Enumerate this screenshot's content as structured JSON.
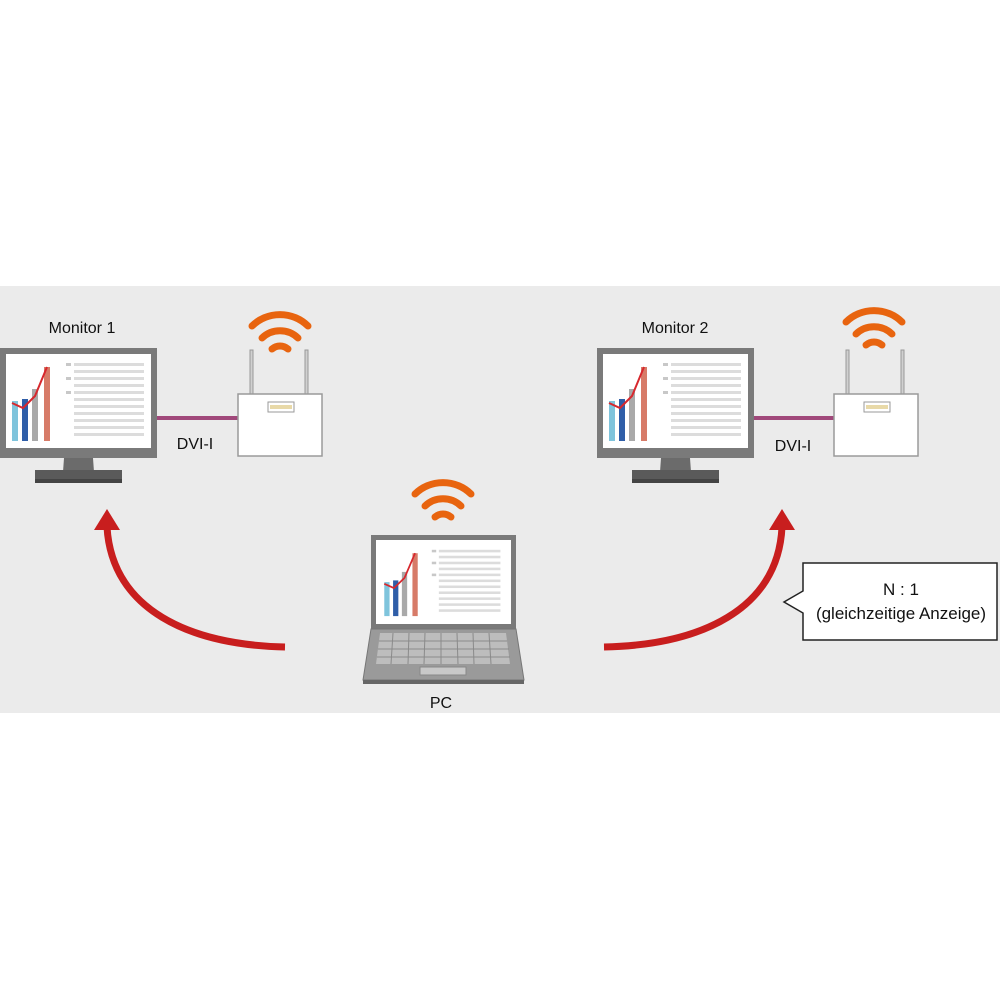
{
  "labels": {
    "monitor_1": "Monitor 1",
    "monitor_2": "Monitor 2",
    "pc": "PC",
    "dvi_left": "DVI-I",
    "dvi_right": "DVI-I"
  },
  "callout": {
    "ratio": "N : 1",
    "description": "(gleichzeitige Anzeige)"
  },
  "icons": [
    "monitor-icon",
    "wireless-receiver-icon",
    "wifi-signal-icon",
    "laptop-icon",
    "curved-arrow-icon"
  ],
  "colors": {
    "panel_background": "#ebebeb",
    "arrow": "#c81e1e",
    "wifi": "#e8640f",
    "dvi_cable": "#a0487a",
    "device_gray": "#777777"
  }
}
